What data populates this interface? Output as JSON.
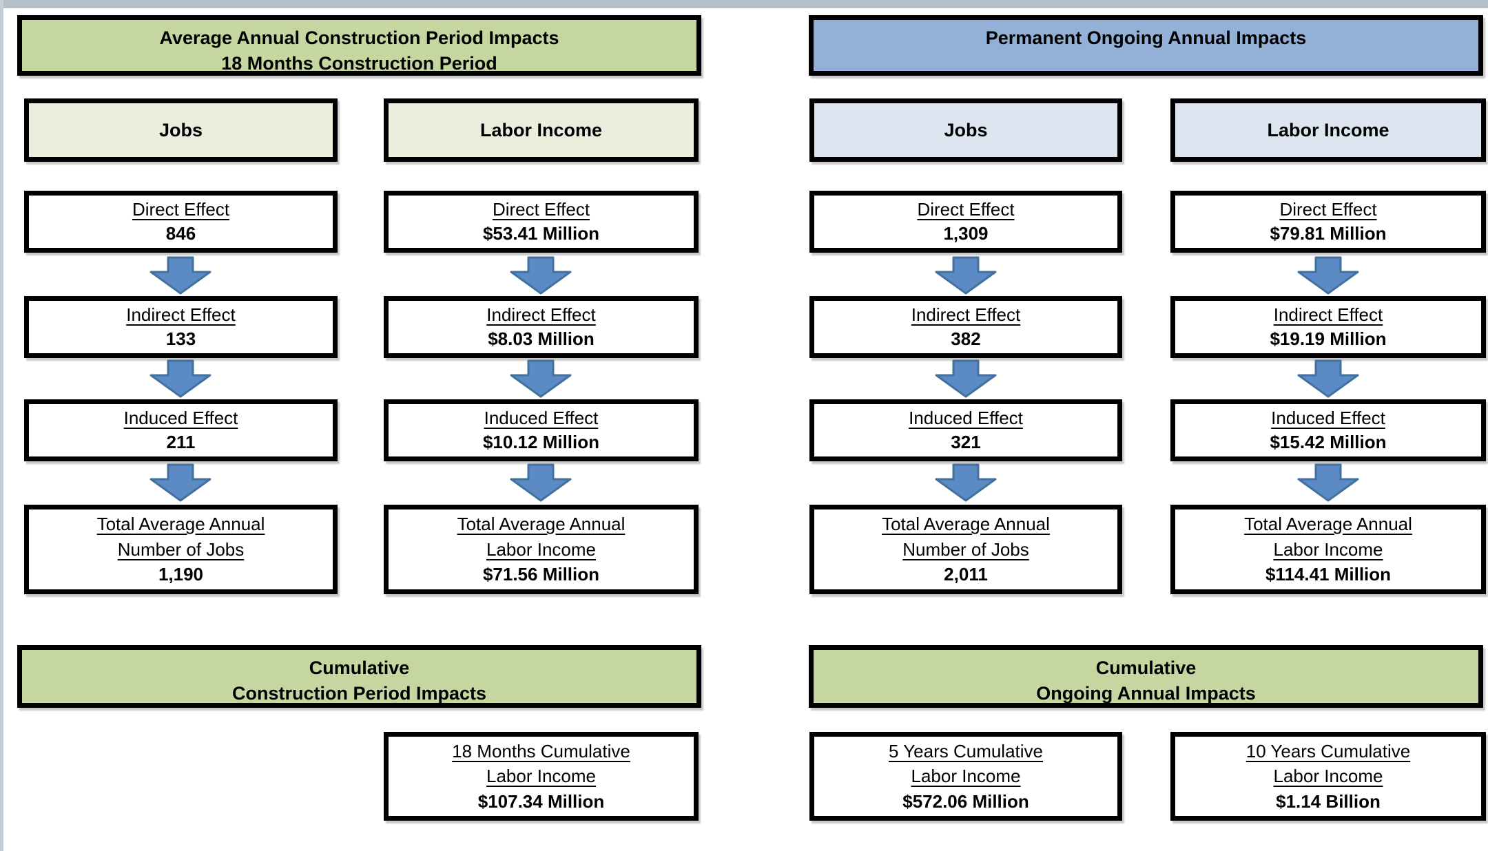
{
  "diagram": {
    "construction": {
      "header": {
        "line1": "Average Annual Construction Period Impacts",
        "line2": "18 Months Construction Period"
      },
      "jobs": {
        "column_header": "Jobs",
        "direct": {
          "label": "Direct Effect",
          "value": "846"
        },
        "indirect": {
          "label": "Indirect Effect",
          "value": "133"
        },
        "induced": {
          "label": "Induced Effect",
          "value": "211"
        },
        "total": {
          "line1": "Total Average Annual",
          "line2": "Number of Jobs",
          "value": "1,190"
        }
      },
      "labor": {
        "column_header": "Labor Income",
        "direct": {
          "label": "Direct Effect",
          "value": "$53.41 Million"
        },
        "indirect": {
          "label": "Indirect Effect",
          "value": "$8.03 Million"
        },
        "induced": {
          "label": "Induced Effect",
          "value": "$10.12 Million"
        },
        "total": {
          "line1": "Total Average Annual",
          "line2": "Labor Income",
          "value": "$71.56 Million"
        }
      },
      "cumulative_header": {
        "line1": "Cumulative",
        "line2": "Construction Period Impacts"
      },
      "cumulative_box": {
        "line1": "18 Months Cumulative",
        "line2": "Labor Income",
        "value": "$107.34 Million"
      }
    },
    "ongoing": {
      "header": {
        "line1": "Permanent Ongoing Annual Impacts",
        "line2": ""
      },
      "jobs": {
        "column_header": "Jobs",
        "direct": {
          "label": "Direct Effect",
          "value": "1,309"
        },
        "indirect": {
          "label": "Indirect Effect",
          "value": "382"
        },
        "induced": {
          "label": "Induced Effect",
          "value": "321"
        },
        "total": {
          "line1": "Total Average Annual",
          "line2": "Number of Jobs",
          "value": "2,011"
        }
      },
      "labor": {
        "column_header": "Labor Income",
        "direct": {
          "label": "Direct Effect",
          "value": "$79.81 Million"
        },
        "indirect": {
          "label": "Indirect Effect",
          "value": "$19.19 Million"
        },
        "induced": {
          "label": "Induced Effect",
          "value": "$15.42 Million"
        },
        "total": {
          "line1": "Total Average Annual",
          "line2": "Labor Income",
          "value": "$114.41 Million"
        }
      },
      "cumulative_header": {
        "line1": "Cumulative",
        "line2": "Ongoing Annual Impacts"
      },
      "cumulative_box_5yr": {
        "line1": "5 Years Cumulative",
        "line2": "Labor Income",
        "value": "$572.06 Million"
      },
      "cumulative_box_10yr": {
        "line1": "10 Years Cumulative",
        "line2": "Labor Income",
        "value": "$1.14 Billion"
      }
    }
  },
  "colors": {
    "construction_header_bg": "#c6d6a0",
    "construction_subheader_bg": "#eaeedd",
    "ongoing_header_bg": "#93b1d7",
    "ongoing_subheader_bg": "#dde6f0",
    "cumulative_header_bg": "#c6d6a0",
    "arrow_fill": "#5b8ac5",
    "arrow_outline": "#41719c",
    "box_border": "#000000",
    "top_edge_strip": "#b6c0c8",
    "left_edge_strip": "#c6cfd6"
  }
}
